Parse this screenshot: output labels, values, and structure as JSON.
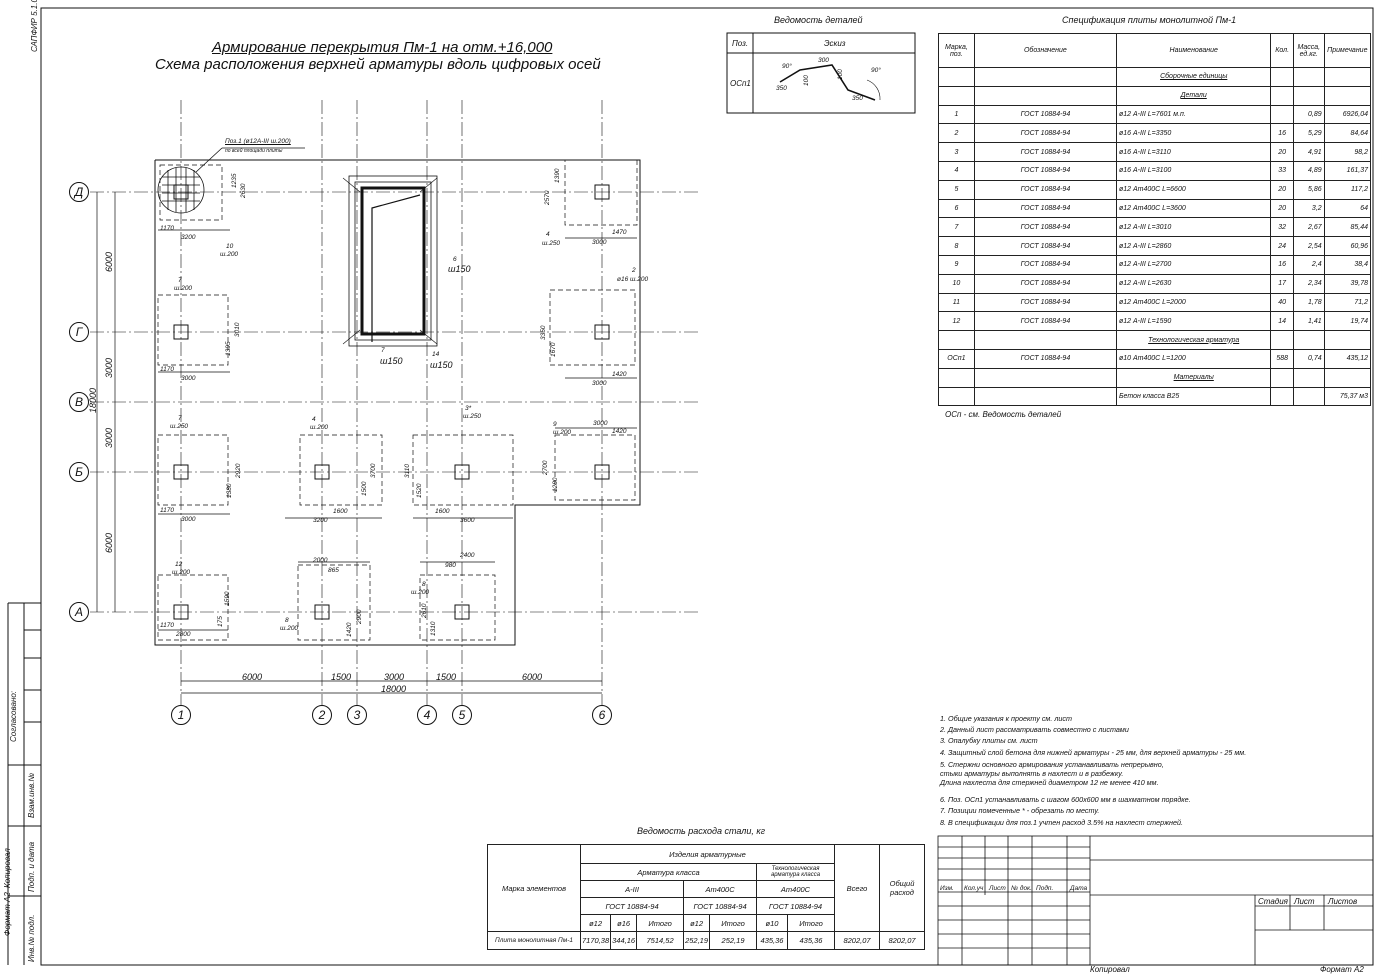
{
  "header": {
    "program": "САПФИР 5.1.0",
    "title_line1": "Армирование перекрытия Пм-1 на отм.+16,000",
    "title_line2": "Схема расположения верхней арматуры вдоль цифровых осей"
  },
  "axes": {
    "letters": [
      "Д",
      "Г",
      "В",
      "Б",
      "А"
    ],
    "numbers": [
      "1",
      "2",
      "3",
      "4",
      "5",
      "6"
    ],
    "bottom_dims": [
      "6000",
      "1500",
      "3000",
      "1500",
      "6000"
    ],
    "bottom_total": "18000",
    "left_dims": [
      "6000",
      "3000",
      "3000",
      "6000"
    ],
    "left_total": "18000"
  },
  "plan_labels": {
    "poz1_callout": "Поз.1 (ø12А-III ш.200)",
    "poz1_sub": "по всей площади плиты",
    "d1": "1235",
    "d2": "2630",
    "d3": "1170",
    "d4": "3200",
    "d5": "10",
    "d6": "ш.200",
    "d7": "2570",
    "d8": "1390",
    "d9": "1470",
    "d10": "3000",
    "d11": "4",
    "d12": "ш.250",
    "d13": "6",
    "d14": "ш150",
    "d15": "7",
    "d16": "ш150",
    "d17": "14",
    "d18": "ш150",
    "d19": "2",
    "d20": "ø16 ш.200",
    "d21": "7",
    "d22": "ш.200",
    "d23": "3010",
    "d24": "1395",
    "d25": "1170",
    "d26": "3000",
    "d27": "3350",
    "d28": "1670",
    "d29": "1420",
    "d30": "3000",
    "d31": "7",
    "d32": "ш.250",
    "d33": "4",
    "d34": "ш.200",
    "d35": "3*",
    "d36": "ш.250",
    "d37": "9",
    "d38": "ш.200",
    "d39": "3000",
    "d40": "1420",
    "d41": "2920",
    "d42": "1380",
    "d43": "1170",
    "d44": "3000",
    "d45": "1500",
    "d46": "3700",
    "d47": "1600",
    "d48": "3200",
    "d49": "3110",
    "d50": "1520",
    "d51": "1600",
    "d52": "3600",
    "d53": "2700",
    "d54": "1280",
    "d55": "12",
    "d56": "ш.200",
    "d57": "1590",
    "d58": "175",
    "d59": "1170",
    "d60": "2800",
    "d61": "2000",
    "d62": "865",
    "d63": "8",
    "d64": "ш.200",
    "d65": "2900",
    "d66": "1420",
    "d67": "2400",
    "d68": "980",
    "d69": "8",
    "d70": "ш.200",
    "d71": "2610",
    "d72": "1310"
  },
  "details": {
    "title": "Ведомость деталей",
    "col_pos": "Поз.",
    "col_sketch": "Эскиз",
    "row_pos": "ОСп1",
    "s1": "90°",
    "s2": "300",
    "s3": "100",
    "s4": "90°",
    "s5": "350",
    "s6": "100",
    "s7": "350"
  },
  "spec": {
    "title": "Спецификация плиты монолитной Пм-1",
    "headers": [
      "Марка, поз.",
      "Обозначение",
      "Наименование",
      "Кол.",
      "Масса, ед.кг.",
      "Примечание"
    ],
    "sec_assembly": "Сборочные единицы",
    "sec_details": "Детали",
    "rows": [
      {
        "pos": "1",
        "doc": "ГОСТ 10884-94",
        "name": "ø12 А-III L=7601 м.п.",
        "qty": "",
        "mass": "0,89",
        "note": "6926,04"
      },
      {
        "pos": "2",
        "doc": "ГОСТ 10884-94",
        "name": "ø16 А-III L=3350",
        "qty": "16",
        "mass": "5,29",
        "note": "84,64"
      },
      {
        "pos": "3",
        "doc": "ГОСТ 10884-94",
        "name": "ø16 А-III L=3110",
        "qty": "20",
        "mass": "4,91",
        "note": "98,2"
      },
      {
        "pos": "4",
        "doc": "ГОСТ 10884-94",
        "name": "ø16 А-III L=3100",
        "qty": "33",
        "mass": "4,89",
        "note": "161,37"
      },
      {
        "pos": "5",
        "doc": "ГОСТ 10884-94",
        "name": "ø12 Ат400С L=6600",
        "qty": "20",
        "mass": "5,86",
        "note": "117,2"
      },
      {
        "pos": "6",
        "doc": "ГОСТ 10884-94",
        "name": "ø12 Ат400С L=3600",
        "qty": "20",
        "mass": "3,2",
        "note": "64"
      },
      {
        "pos": "7",
        "doc": "ГОСТ 10884-94",
        "name": "ø12 А-III L=3010",
        "qty": "32",
        "mass": "2,67",
        "note": "85,44"
      },
      {
        "pos": "8",
        "doc": "ГОСТ 10884-94",
        "name": "ø12 А-III L=2860",
        "qty": "24",
        "mass": "2,54",
        "note": "60,96"
      },
      {
        "pos": "9",
        "doc": "ГОСТ 10884-94",
        "name": "ø12 А-III L=2700",
        "qty": "16",
        "mass": "2,4",
        "note": "38,4"
      },
      {
        "pos": "10",
        "doc": "ГОСТ 10884-94",
        "name": "ø12 А-III L=2630",
        "qty": "17",
        "mass": "2,34",
        "note": "39,78"
      },
      {
        "pos": "11",
        "doc": "ГОСТ 10884-94",
        "name": "ø12 Ат400С L=2000",
        "qty": "40",
        "mass": "1,78",
        "note": "71,2"
      },
      {
        "pos": "12",
        "doc": "ГОСТ 10884-94",
        "name": "ø12 А-III L=1590",
        "qty": "14",
        "mass": "1,41",
        "note": "19,74"
      }
    ],
    "sec_tech": "Технологическая арматура",
    "tech_row": {
      "pos": "ОСп1",
      "doc": "ГОСТ 10884-94",
      "name": "ø10 Ат400С L=1200",
      "qty": "588",
      "mass": "0,74",
      "note": "435,12"
    },
    "sec_materials": "Материалы",
    "mat_row": {
      "name": "Бетон класса В25",
      "note": "75,37 м3"
    },
    "footnote": "ОСп - см. Ведомость деталей"
  },
  "notes": [
    "1. Общие указания к проекту см. лист",
    "2. Данный лист рассматривать совместно с листами",
    "3. Опалубку плиты см. лист",
    "4. Защитный слой бетона для нижней арматуры - 25 мм, для верхней арматуры - 25 мм.",
    "5. Стержни основного армирования устанавливать непрерывно,",
    "    стыки арматуры выполнять в нахлест и в разбежку.",
    "    Длина нахлеста для стержней диаметром 12 не менее 410 мм.",
    "6. Поз. ОСп1 устанавливать с шагом 600х600 мм в шахматном порядке.",
    "7. Позиции помеченные * - обрезать по месту.",
    "8. В спецификации для поз.1 учтен расход 3.5% на нахлест стержней."
  ],
  "steel": {
    "title": "Ведомость расхода стали, кг",
    "col_mark": "Марка элементов",
    "group": "Изделия арматурные",
    "sub_class": "Арматура класса",
    "sub_tech": "Технологическая арматура класса",
    "c1": "А-III",
    "c2": "Ат400С",
    "c3": "Ат400С",
    "g1": "ГОСТ 10884-94",
    "g2": "ГОСТ 10884-94",
    "g3": "ГОСТ 10884-94",
    "d1": "ø12",
    "d2": "ø16",
    "d3": "Итого",
    "d4": "ø12",
    "d5": "Итого",
    "d6": "ø10",
    "d7": "Итого",
    "col_total": "Всего",
    "col_general": "Общий расход",
    "row": {
      "name": "Плита монолитная Пм-1",
      "v1": "7170,38",
      "v2": "344,16",
      "v3": "7514,52",
      "v4": "252,19",
      "v5": "252,19",
      "v6": "435,36",
      "v7": "435,36",
      "total": "8202,07",
      "general": "8202,07"
    }
  },
  "stamp": {
    "h1": "Изм.",
    "h2": "Кол.уч",
    "h3": "Лист",
    "h4": "№ док.",
    "h5": "Подп.",
    "h6": "Дата",
    "stage": "Стадия",
    "sheet": "Лист",
    "sheets": "Листов"
  },
  "sidebar": {
    "agreed": "Согласовано:",
    "replace": "Взам.инв.№",
    "sign": "Подп. и дата",
    "inv": "Инв.№ подл.",
    "format": "Формат А2",
    "copied": "Копировал"
  },
  "footer": {
    "copied": "Копировал",
    "format": "Формат А2"
  }
}
